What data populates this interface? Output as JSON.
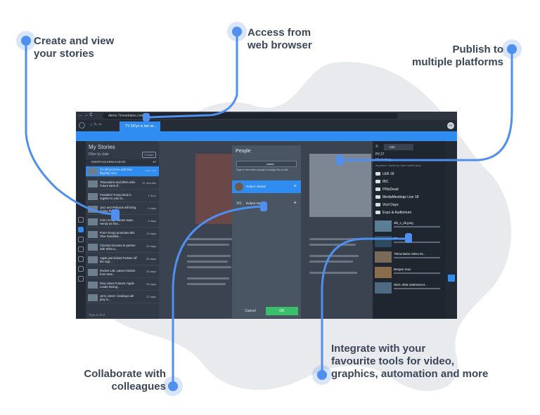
{
  "callouts": {
    "create": [
      "Create and view",
      "your stories"
    ],
    "browser": [
      "Access from",
      "web browser"
    ],
    "publish": [
      "Publish to",
      "multiple platforms"
    ],
    "collaborate": [
      "Collaborate with",
      "colleagues"
    ],
    "integrate": [
      "Integrate with your",
      "favourite tools for video,",
      "graphics, automation and more"
    ]
  },
  "browser": {
    "url": "demo.7mountains.com",
    "tab_label": "TV 2/Fyn is live wi...",
    "avatar": "KK"
  },
  "stories_panel": {
    "title": "My Stories",
    "filter_label": "Filter by date",
    "today_label": "TODAY",
    "user": "KRISTIAN KIRKACEVIC",
    "user_count": "17",
    "search_placeholder": "Type to find",
    "items": [
      {
        "text": "TV 2/Fyn is live with their flagship new...",
        "time": "Just now"
      },
      {
        "text": "7Mountains and DINA wins Future Best of...",
        "time": "47 minutes"
      },
      {
        "text": "President Trump tried to register to vote in...",
        "time": "1 hour"
      },
      {
        "text": "Jazz and Pelicans will bring during th...",
        "time": "2 days"
      },
      {
        "text": "Form Group names Isaac Hersly as hea...",
        "time": "3 days"
      },
      {
        "text": "Form Group promotes Nils Olav Sundsbø...",
        "time": "19 days"
      },
      {
        "text": "CineSys-Oceana to partner with Wizrt a...",
        "time": "20 days"
      },
      {
        "text": "Apple just kicked Fortnite off the App...",
        "time": "25 days"
      },
      {
        "text": "Rocket Lab: Latest mission from New...",
        "time": "25 days"
      },
      {
        "text": "Dow Jones Futures: Apple Leads Strong...",
        "time": "25 days"
      },
      {
        "text": "Jerry Jones: Cowboys will play in...",
        "time": "27 days"
      }
    ]
  },
  "people_dialog": {
    "title": "People",
    "search_value": "robert",
    "hint": "Type or view select people to assign this to edit...",
    "people": [
      {
        "initials": "",
        "name": "Robert Strand"
      },
      {
        "initials": "RS",
        "name": "Robert Sn..."
      }
    ],
    "cancel_label": "Cancel",
    "ok_label": "OK"
  },
  "files_panel": {
    "search_label": "Site",
    "path": "Pil 27",
    "crumb": "Marketing",
    "sub": "Anywhere • Sorted by: Date created (Asc)",
    "folders": [
      "LEB 18",
      "IBC",
      "PRisDead",
      "MediaMeetings Live 18",
      "Vizrt Days",
      "Expo & Auditorium"
    ],
    "files": [
      {
        "name": "dib_s_dk.jpeg"
      },
      {
        "name": "57s..."
      },
      {
        "name": "7Mountains-video-01..."
      },
      {
        "name": "Bergen.mov"
      },
      {
        "name": "0521-4fa6-1650181e4..."
      }
    ]
  },
  "colors": {
    "accent": "#2f8cf0",
    "callout_text": "#3b4658",
    "ok_green": "#3ac06a"
  }
}
